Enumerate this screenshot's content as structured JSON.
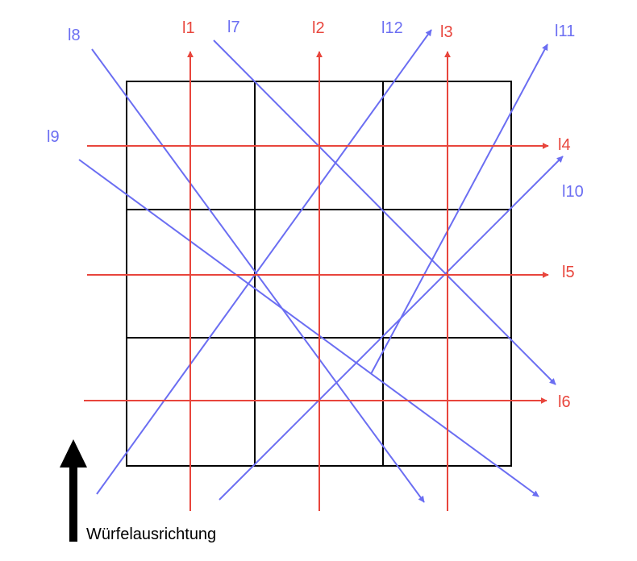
{
  "colors": {
    "grid": "#000000",
    "orthogonal": "#e8453c",
    "diagonal": "#6b6ef2",
    "arrow": "#000000"
  },
  "grid": {
    "rows": 3,
    "cols": 3
  },
  "lines": {
    "vertical": [
      {
        "id": "l1",
        "label": "l1"
      },
      {
        "id": "l2",
        "label": "l2"
      },
      {
        "id": "l3",
        "label": "l3"
      }
    ],
    "horizontal": [
      {
        "id": "l4",
        "label": "l4"
      },
      {
        "id": "l5",
        "label": "l5"
      },
      {
        "id": "l6",
        "label": "l6"
      }
    ],
    "diag_down": [
      {
        "id": "l7",
        "label": "l7"
      },
      {
        "id": "l8",
        "label": "l8"
      },
      {
        "id": "l9",
        "label": "l9"
      }
    ],
    "diag_up": [
      {
        "id": "l10",
        "label": "l10"
      },
      {
        "id": "l11",
        "label": "l11"
      },
      {
        "id": "l12",
        "label": "l12"
      }
    ]
  },
  "orientation": {
    "label": "Würfelausrichtung",
    "icon": "up-arrow-icon"
  }
}
